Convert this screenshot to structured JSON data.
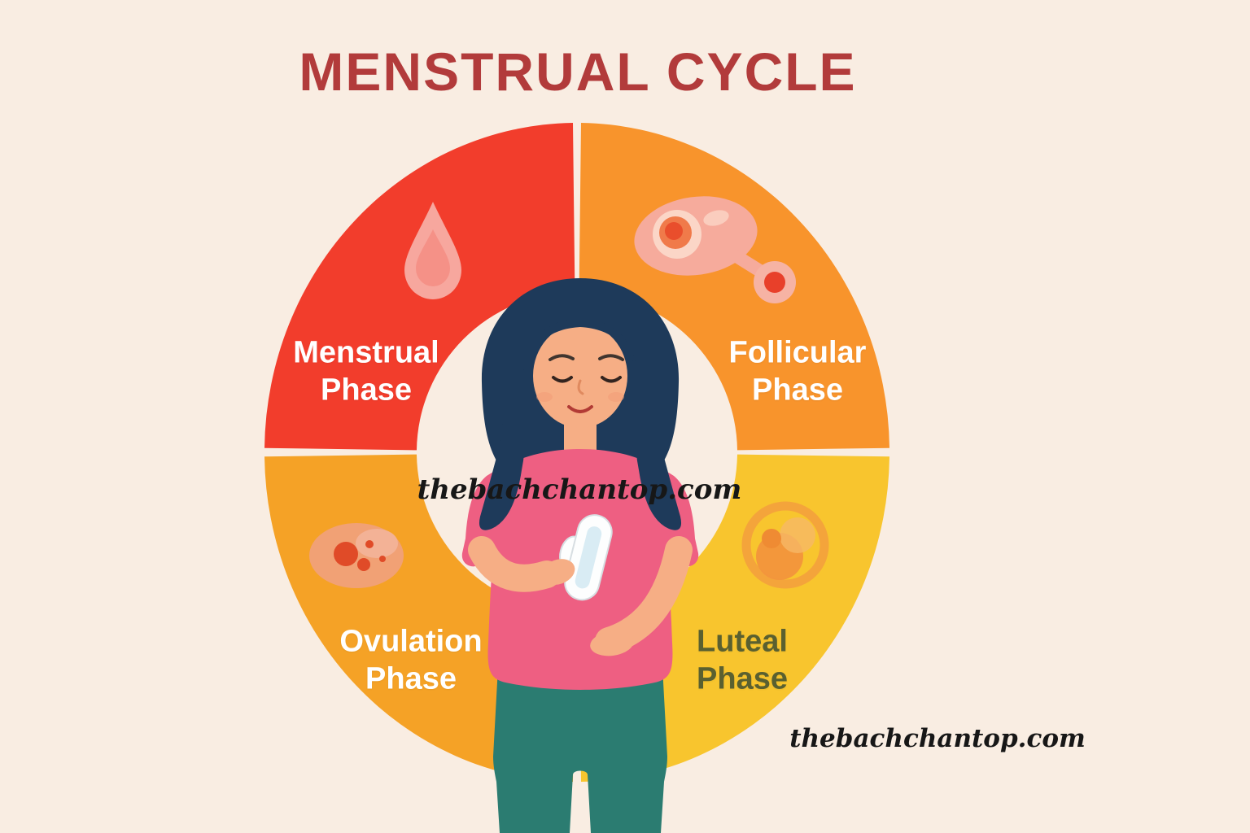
{
  "page": {
    "background": "#f9ede2",
    "title": "MENSTRUAL CYCLE",
    "title_color": "#b23b3b"
  },
  "watermarks": {
    "center": "thebachchantop.com",
    "bottom_right": "thebachchantop.com"
  },
  "phases": [
    {
      "label": "Menstrual Phase",
      "color": "#f23d2c",
      "text_color": "#ffffff",
      "icon": "blood-drop-icon"
    },
    {
      "label": "Follicular Phase",
      "color": "#f8942c",
      "text_color": "#ffffff",
      "icon": "ovarian-follicle-icon"
    },
    {
      "label": "Ovulation Phase",
      "color": "#f5a226",
      "text_color": "#ffffff",
      "icon": "ovulation-egg-icon"
    },
    {
      "label": "Luteal Phase",
      "color": "#f8c52e",
      "text_color": "#5a6030",
      "icon": "corpus-luteum-icon"
    }
  ],
  "illustration": {
    "name": "woman-holding-sanitary-pad",
    "hair_color": "#1e3a5a",
    "skin_color": "#f6ae85",
    "shirt_color": "#ee5f82",
    "pants_color": "#2b7c71",
    "pad_color": "#fdfefe",
    "pad_core_color": "#d9ecf4"
  }
}
